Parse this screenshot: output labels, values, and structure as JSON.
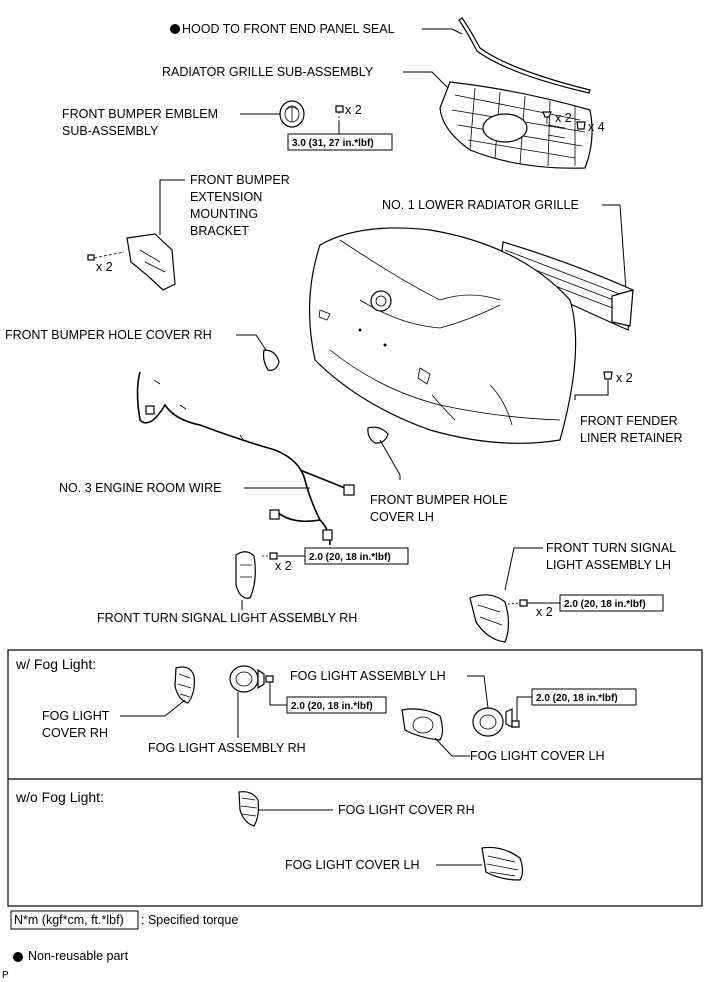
{
  "labels": {
    "hood_seal": "HOOD TO FRONT END PANEL SEAL",
    "radiator_grille": "RADIATOR GRILLE SUB-ASSEMBLY",
    "emblem_line1": "FRONT BUMPER EMBLEM",
    "emblem_line2": "SUB-ASSEMBLY",
    "emblem_qty": "x 2",
    "grille_qty_a": "x 2",
    "grille_qty_b": "x 4",
    "ext_line1": "FRONT BUMPER",
    "ext_line2": "EXTENSION",
    "ext_line3": "MOUNTING",
    "ext_line4": "BRACKET",
    "ext_qty": "x 2",
    "lower_grille": "NO. 1 LOWER RADIATOR GRILLE",
    "hole_cover_rh": "FRONT BUMPER HOLE COVER RH",
    "fender_qty": "x 2",
    "fender_line1": "FRONT FENDER",
    "fender_line2": "LINER RETAINER",
    "wire": "NO. 3 ENGINE ROOM WIRE",
    "hole_cover_lh_line1": "FRONT BUMPER HOLE",
    "hole_cover_lh_line2": "COVER LH",
    "turn_rh_qty": "x 2",
    "turn_lh_line1": "FRONT TURN SIGNAL",
    "turn_lh_line2": "LIGHT ASSEMBLY LH",
    "turn_lh_qty": "x 2",
    "turn_rh": "FRONT TURN SIGNAL LIGHT ASSEMBLY RH",
    "with_fog": "w/ Fog Light:",
    "fog_cover_rh_line1": "FOG LIGHT",
    "fog_cover_rh_line2": "COVER RH",
    "fog_assy_rh": "FOG LIGHT ASSEMBLY RH",
    "fog_assy_lh": "FOG LIGHT ASSEMBLY LH",
    "fog_cover_lh": "FOG LIGHT COVER LH",
    "without_fog": "w/o Fog Light:",
    "wo_cover_rh": "FOG LIGHT COVER RH",
    "wo_cover_lh": "FOG LIGHT COVER LH"
  },
  "torques": {
    "emblem": "3.0 (31, 27 in.*lbf)",
    "turn_rh": "2.0 (20, 18 in.*lbf)",
    "turn_lh": "2.0 (20, 18 in.*lbf)",
    "fog_rh": "2.0 (20, 18 in.*lbf)",
    "fog_lh": "2.0 (20, 18 in.*lbf)"
  },
  "legend": {
    "torque_unit": "N*m (kgf*cm, ft.*lbf)",
    "torque_desc": ": Specified torque",
    "nonreusable": "Non-reusable part"
  },
  "corner_mark": "P"
}
